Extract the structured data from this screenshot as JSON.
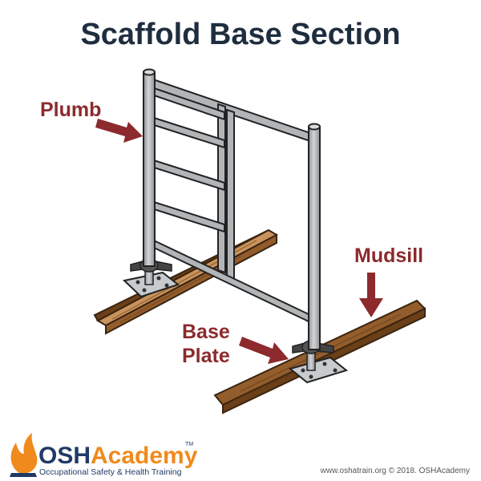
{
  "title": "Scaffold Base Section",
  "labels": {
    "plumb": "Plumb",
    "mudsill": "Mudsill",
    "base_line1": "Base",
    "base_line2": "Plate"
  },
  "logo": {
    "prefix": "OSH",
    "suffix": "Academy",
    "trademark": "TM",
    "tagline": "Occupational Safety & Health Training"
  },
  "credit": "www.oshatrain.org © 2018. OSHAcademy",
  "colors": {
    "title": "#1f2e3f",
    "label": "#8c2a2d",
    "arrow": "#8c2a2d",
    "wood": "#8b5a2b",
    "frame": "#a9acaf",
    "logo_orange": "#f08a1c",
    "logo_blue": "#1f3a66"
  }
}
